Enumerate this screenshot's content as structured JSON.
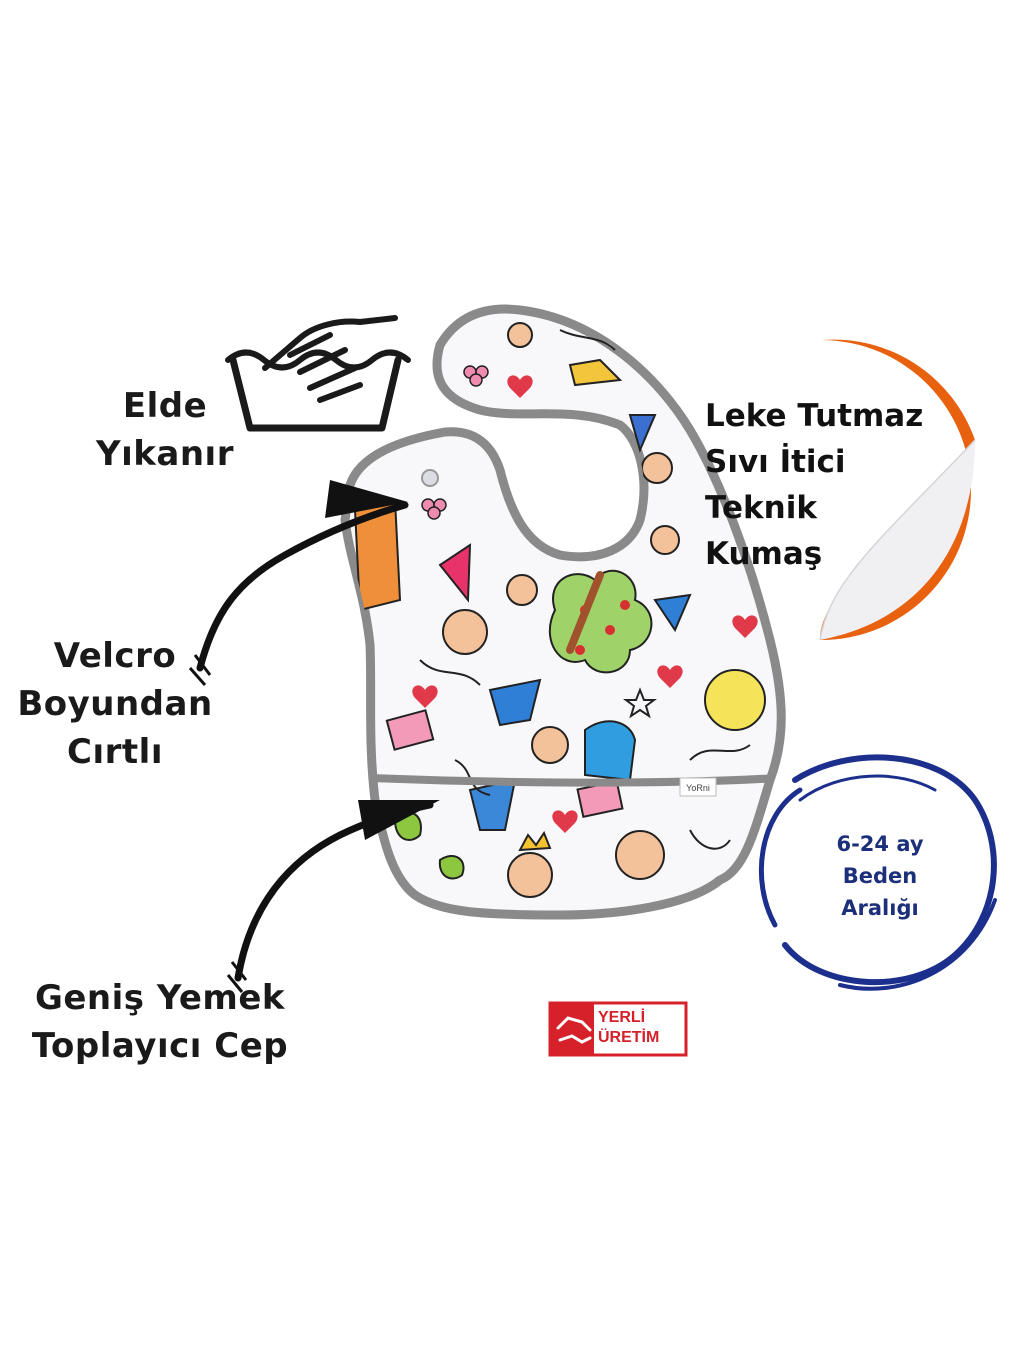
{
  "labels": {
    "wash": [
      "Elde",
      "Yıkanır"
    ],
    "velcro": [
      "Velcro",
      "Boyundan",
      "Cırtlı"
    ],
    "pocket": [
      "Geniş Yemek",
      "Toplayıcı Cep"
    ]
  },
  "sticker": {
    "lines": [
      "Leke Tutmaz",
      "Sıvı İtici",
      "Teknik",
      "Kumaş"
    ],
    "color": "#e8610f"
  },
  "size_badge": {
    "lines": [
      "6-24 ay",
      "Beden",
      "Aralığı"
    ],
    "color": "#1c2f8c"
  },
  "origin_badge": {
    "lines": [
      "YERLİ",
      "ÜRETİM"
    ],
    "color": "#d6202a"
  },
  "bib": {
    "brand_tag": "YoRni",
    "trim_color": "#8a8a8a"
  },
  "icons": [
    "hand-wash-icon",
    "arrow-icon"
  ]
}
